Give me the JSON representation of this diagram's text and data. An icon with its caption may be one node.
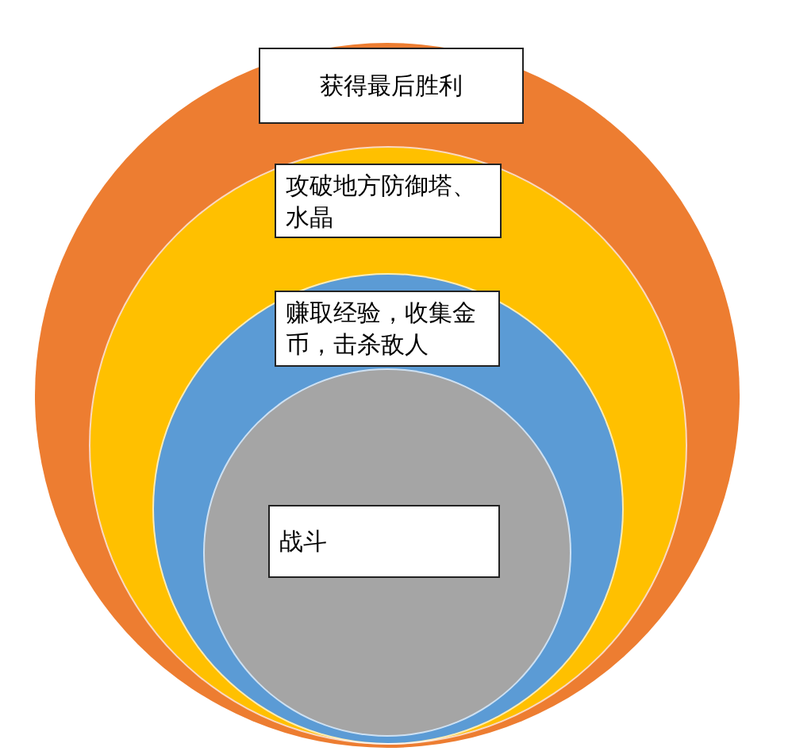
{
  "diagram": {
    "nodes": [
      {
        "text": [
          "获得最后胜利"
        ]
      },
      {
        "text": [
          "攻破地方防御塔、水晶"
        ],
        "in": 0
      },
      {
        "text": [
          "赚取经验，收集金币，击杀敌人"
        ],
        "in": 1
      },
      {
        "text": [
          "战斗"
        ],
        "in": 2
      }
    ]
  }
}
